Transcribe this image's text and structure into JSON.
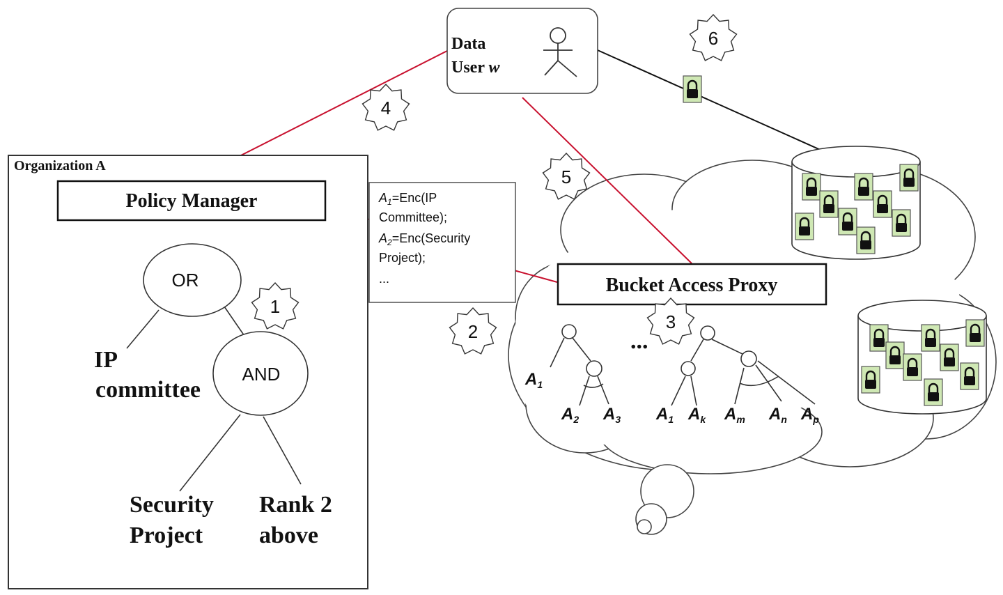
{
  "organization": {
    "title": "Organization A",
    "policy_manager": "Policy Manager",
    "tree": {
      "or": "OR",
      "and": "AND",
      "ip_line1": "IP",
      "ip_line2": "committee",
      "sec_line1": "Security",
      "sec_line2": "Project",
      "rank_line1": "Rank 2",
      "rank_line2": "above"
    }
  },
  "data_user": {
    "line1": "Data",
    "line2": "User",
    "var": "w"
  },
  "enc_box": {
    "a1": "A",
    "a1_sub": "1",
    "a1_rest": "=Enc(IP",
    "a1_line2": "Committee);",
    "a2": "A",
    "a2_sub": "2",
    "a2_rest": "=Enc(Security",
    "a2_line2": "Project);",
    "ellipsis": "..."
  },
  "proxy": {
    "label": "Bucket Access Proxy"
  },
  "steps": [
    "1",
    "2",
    "3",
    "4",
    "5",
    "6"
  ],
  "cloud_ellipsis": "...",
  "cloud_labels": {
    "t1": [
      {
        "base": "A",
        "sub": "1"
      },
      {
        "base": "A",
        "sub": "2"
      },
      {
        "base": "A",
        "sub": "3"
      }
    ],
    "t2": [
      {
        "base": "A",
        "sub": "1"
      },
      {
        "base": "A",
        "sub": "k"
      },
      {
        "base": "A",
        "sub": "m"
      },
      {
        "base": "A",
        "sub": "n"
      },
      {
        "base": "A",
        "sub": "p"
      }
    ]
  },
  "icons": {
    "storage": "database-icon",
    "lock": "lock-icon",
    "user": "stick-figure-icon"
  },
  "colors": {
    "link_red": "#c8102e",
    "lock_green": "#cfe8b4"
  }
}
